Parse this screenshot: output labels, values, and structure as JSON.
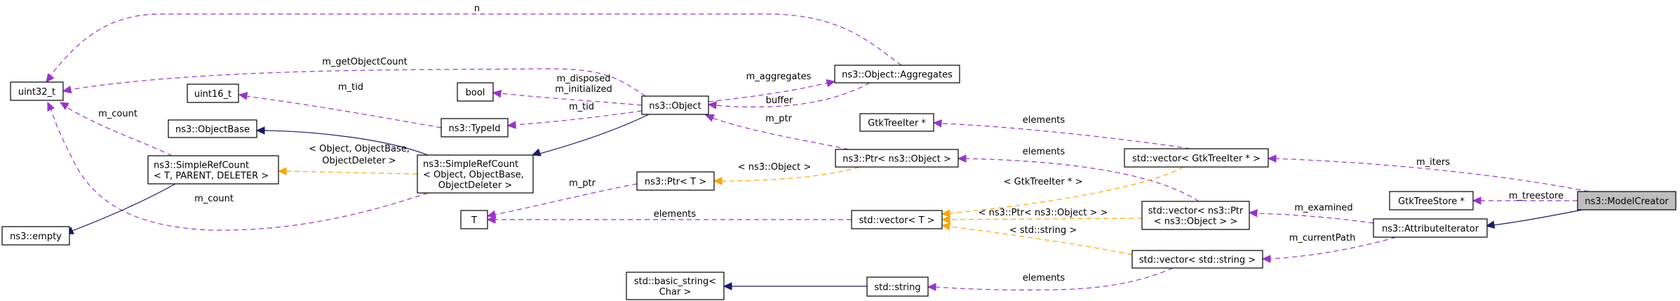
{
  "diagram": {
    "title": "Collaboration graph for ns3::ModelCreator",
    "legend_colors": {
      "usage": "#9a32cd",
      "template": "#ffa500",
      "inheritance": "#191970",
      "focus_fill": "#bfbfbf"
    },
    "nodes": [
      {
        "id": "uint32_t",
        "lines": [
          "uint32_t"
        ]
      },
      {
        "id": "uint16_t",
        "lines": [
          "uint16_t"
        ]
      },
      {
        "id": "objectbase",
        "lines": [
          "ns3::ObjectBase"
        ]
      },
      {
        "id": "simplerefcount_generic",
        "lines": [
          "ns3::SimpleRefCount",
          "< T, PARENT, DELETER >"
        ]
      },
      {
        "id": "empty",
        "lines": [
          "ns3::empty"
        ]
      },
      {
        "id": "bool",
        "lines": [
          "bool"
        ]
      },
      {
        "id": "typeid",
        "lines": [
          "ns3::TypeId"
        ]
      },
      {
        "id": "simplerefcount_object",
        "lines": [
          "ns3::SimpleRefCount",
          "< Object, ObjectBase,",
          "ObjectDeleter >"
        ]
      },
      {
        "id": "T",
        "lines": [
          "T"
        ]
      },
      {
        "id": "object",
        "lines": [
          "ns3::Object"
        ]
      },
      {
        "id": "ptr_t",
        "lines": [
          "ns3::Ptr< T >"
        ]
      },
      {
        "id": "aggregates",
        "lines": [
          "ns3::Object::Aggregates"
        ]
      },
      {
        "id": "gtktreeiter",
        "lines": [
          "GtkTreeIter *"
        ]
      },
      {
        "id": "ptr_object",
        "lines": [
          "ns3::Ptr< ns3::Object >"
        ]
      },
      {
        "id": "vector_t",
        "lines": [
          "std::vector< T >"
        ]
      },
      {
        "id": "basic_string",
        "lines": [
          "std::basic_string<",
          "Char >"
        ]
      },
      {
        "id": "std_string",
        "lines": [
          "std::string"
        ]
      },
      {
        "id": "vector_gtktreeiter",
        "lines": [
          "std::vector< GtkTreeIter * >"
        ]
      },
      {
        "id": "vector_ptr_object",
        "lines": [
          "std::vector< ns3::Ptr",
          "< ns3::Object > >"
        ]
      },
      {
        "id": "vector_string",
        "lines": [
          "std::vector< std::string >"
        ]
      },
      {
        "id": "gtktreestore",
        "lines": [
          "GtkTreeStore *"
        ]
      },
      {
        "id": "attributeiterator",
        "lines": [
          "ns3::AttributeIterator"
        ]
      },
      {
        "id": "modelcreator",
        "lines": [
          "ns3::ModelCreator"
        ],
        "focus": true
      }
    ],
    "edges": [
      {
        "from": "aggregates",
        "to": "uint32_t",
        "kind": "usage",
        "labels": [
          "n"
        ]
      },
      {
        "from": "object",
        "to": "uint32_t",
        "kind": "usage",
        "labels": [
          "m_getObjectCount"
        ]
      },
      {
        "from": "simplerefcount_generic",
        "to": "uint32_t",
        "kind": "usage",
        "labels": [
          "m_count"
        ]
      },
      {
        "from": "simplerefcount_object",
        "to": "uint32_t",
        "kind": "usage",
        "labels": [
          "m_count"
        ]
      },
      {
        "from": "typeid",
        "to": "uint16_t",
        "kind": "usage",
        "labels": [
          "m_tid"
        ]
      },
      {
        "from": "simplerefcount_object",
        "to": "objectbase",
        "kind": "inheritance",
        "labels": []
      },
      {
        "from": "simplerefcount_generic",
        "to": "empty",
        "kind": "inheritance",
        "labels": []
      },
      {
        "from": "simplerefcount_object",
        "to": "simplerefcount_generic",
        "kind": "template",
        "labels": [
          "< Object, ObjectBase,",
          "ObjectDeleter >"
        ]
      },
      {
        "from": "object",
        "to": "bool",
        "kind": "usage",
        "labels": [
          "m_disposed",
          "m_initialized"
        ]
      },
      {
        "from": "object",
        "to": "typeid",
        "kind": "usage",
        "labels": [
          "m_tid"
        ]
      },
      {
        "from": "object",
        "to": "simplerefcount_object",
        "kind": "inheritance",
        "labels": []
      },
      {
        "from": "object",
        "to": "aggregates",
        "kind": "usage",
        "labels": [
          "m_aggregates"
        ]
      },
      {
        "from": "aggregates",
        "to": "object",
        "kind": "usage",
        "labels": [
          "buffer"
        ]
      },
      {
        "from": "ptr_object",
        "to": "object",
        "kind": "usage",
        "labels": [
          "m_ptr"
        ]
      },
      {
        "from": "ptr_t",
        "to": "T",
        "kind": "usage",
        "labels": [
          "m_ptr"
        ]
      },
      {
        "from": "vector_t",
        "to": "T",
        "kind": "usage",
        "labels": [
          "elements"
        ]
      },
      {
        "from": "ptr_object",
        "to": "ptr_t",
        "kind": "template",
        "labels": [
          "< ns3::Object >"
        ]
      },
      {
        "from": "vector_gtktreeiter",
        "to": "gtktreeiter",
        "kind": "usage",
        "labels": [
          "elements"
        ]
      },
      {
        "from": "vector_ptr_object",
        "to": "ptr_object",
        "kind": "usage",
        "labels": [
          "elements"
        ]
      },
      {
        "from": "vector_gtktreeiter",
        "to": "vector_t",
        "kind": "template",
        "labels": [
          "< GtkTreeIter * >"
        ]
      },
      {
        "from": "vector_ptr_object",
        "to": "vector_t",
        "kind": "template",
        "labels": [
          "< ns3::Ptr< ns3::Object > >"
        ]
      },
      {
        "from": "vector_string",
        "to": "vector_t",
        "kind": "template",
        "labels": [
          "< std::string >"
        ]
      },
      {
        "from": "std_string",
        "to": "basic_string",
        "kind": "inheritance",
        "labels": []
      },
      {
        "from": "vector_string",
        "to": "std_string",
        "kind": "usage",
        "labels": [
          "elements"
        ]
      },
      {
        "from": "modelcreator",
        "to": "vector_gtktreeiter",
        "kind": "usage",
        "labels": [
          "m_iters"
        ]
      },
      {
        "from": "modelcreator",
        "to": "gtktreestore",
        "kind": "usage",
        "labels": [
          "m_treestore"
        ]
      },
      {
        "from": "modelcreator",
        "to": "attributeiterator",
        "kind": "inheritance",
        "labels": []
      },
      {
        "from": "attributeiterator",
        "to": "vector_ptr_object",
        "kind": "usage",
        "labels": [
          "m_examined"
        ]
      },
      {
        "from": "attributeiterator",
        "to": "vector_string",
        "kind": "usage",
        "labels": [
          "m_currentPath"
        ]
      }
    ]
  }
}
